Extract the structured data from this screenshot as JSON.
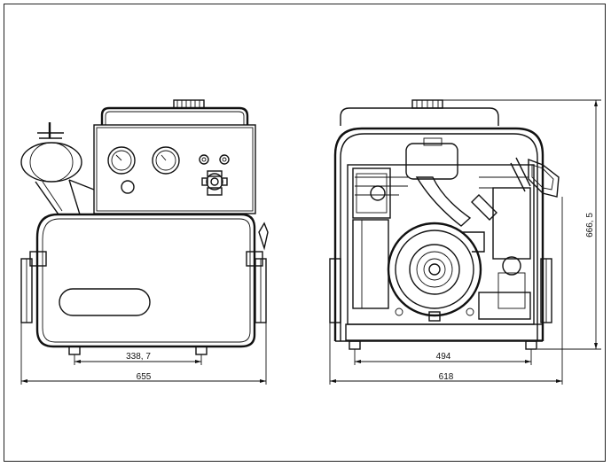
{
  "drawing": {
    "left_view": {
      "dim_foot_spacing": "338, 7",
      "dim_overall_width": "655"
    },
    "right_view": {
      "dim_foot_spacing": "494",
      "dim_overall_width": "618",
      "dim_height": "666, 5"
    }
  }
}
